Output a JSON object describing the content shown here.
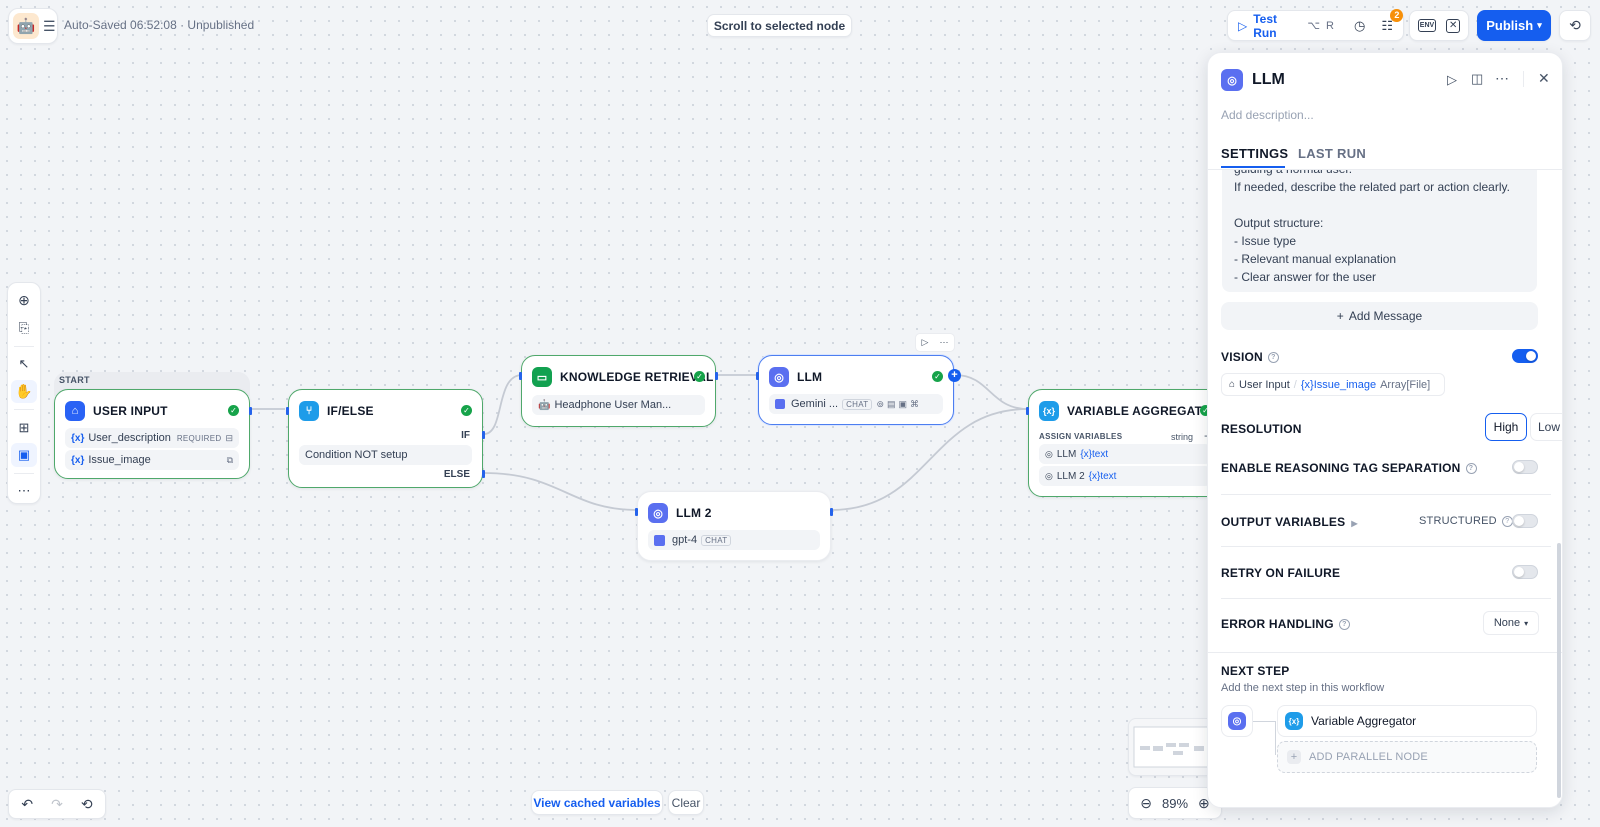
{
  "topbar": {
    "autosave": "Auto-Saved 06:52:08 · Unpublished",
    "scroll_hint": "Scroll to selected node",
    "test_run": "Test Run",
    "shortcut_1": "⌥",
    "shortcut_2": "R",
    "checklist_badge": "2",
    "env": "ENV",
    "publish": "Publish"
  },
  "nodes": {
    "start_label": "START",
    "user_input": {
      "title": "USER INPUT",
      "vars": [
        {
          "prefix": "{x}",
          "name": "User_description",
          "tag": "REQUIRED"
        },
        {
          "prefix": "{x}",
          "name": "Issue_image"
        }
      ]
    },
    "ifelse": {
      "title": "IF/ELSE",
      "if": "IF",
      "condition": "Condition NOT setup",
      "else": "ELSE"
    },
    "knowledge": {
      "title": "KNOWLEDGE RETRIEVAL",
      "dataset": "Headphone User Man..."
    },
    "llm": {
      "title": "LLM",
      "model": "Gemini ...",
      "tag": "CHAT"
    },
    "llm2": {
      "title": "LLM 2",
      "model": "gpt-4",
      "tag": "CHAT"
    },
    "aggregator": {
      "title": "VARIABLE AGGREGATOR",
      "assign": "ASSIGN VARIABLES",
      "type": "string",
      "plus": "+",
      "rows": [
        {
          "node": "LLM",
          "var": "{x}text"
        },
        {
          "node": "LLM 2",
          "var": "{x}text"
        }
      ]
    }
  },
  "bottom": {
    "view_cached": "View cached variables",
    "clear": "Clear",
    "zoom": "89%"
  },
  "panel": {
    "title": "LLM",
    "description_placeholder": "Add description...",
    "tabs": [
      "SETTINGS",
      "LAST RUN"
    ],
    "prompt_lines": [
      "guiding a normal user.",
      "If needed, describe the related part or action clearly.",
      "",
      "Output structure:",
      "- Issue type",
      "- Relevant manual explanation",
      "- Clear answer for the user"
    ],
    "add_message": "Add Message",
    "vision": {
      "label": "VISION",
      "enabled": true,
      "source_node": "User Input",
      "source_var": "{x}Issue_image",
      "source_type": "Array[File]"
    },
    "resolution": {
      "label": "RESOLUTION",
      "options": [
        "High",
        "Low"
      ],
      "selected": "High"
    },
    "reasoning": {
      "label": "ENABLE REASONING TAG SEPARATION",
      "enabled": false
    },
    "output_vars": {
      "label": "OUTPUT VARIABLES",
      "structured": "STRUCTURED",
      "enabled": false
    },
    "retry": {
      "label": "RETRY ON FAILURE",
      "enabled": false
    },
    "error_handling": {
      "label": "ERROR HANDLING",
      "value": "None"
    },
    "next_step": {
      "title": "NEXT STEP",
      "subtitle": "Add the next step in this workflow",
      "node": "Variable Aggregator",
      "add_parallel": "ADD PARALLEL NODE"
    }
  },
  "colors": {
    "accent": "#155eef",
    "success": "#16a34a",
    "node_ok_border": "#4fa86b",
    "start_icon": "#2962f5",
    "ifelse_icon": "#1e9ce9",
    "knowledge_icon": "#12a150",
    "llm_icon": "#5a6ff0",
    "aggregator_icon": "#1e9ce9",
    "badge": "#f79009"
  }
}
